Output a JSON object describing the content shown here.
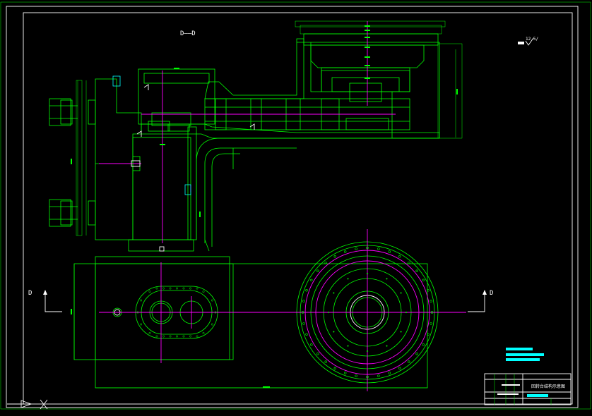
{
  "section_label_top": "D——D",
  "section_label_left": "D",
  "section_label_right": "D",
  "roughness_symbol": "12.5/",
  "title_block_title": "回转台结构示意图",
  "colors": {
    "background": "#000000",
    "frame": "#ffffff",
    "outline": "#00ff00",
    "centerline": "#ff00ff",
    "hatch": "#b4b4b4",
    "text_block": "#00ffff"
  }
}
